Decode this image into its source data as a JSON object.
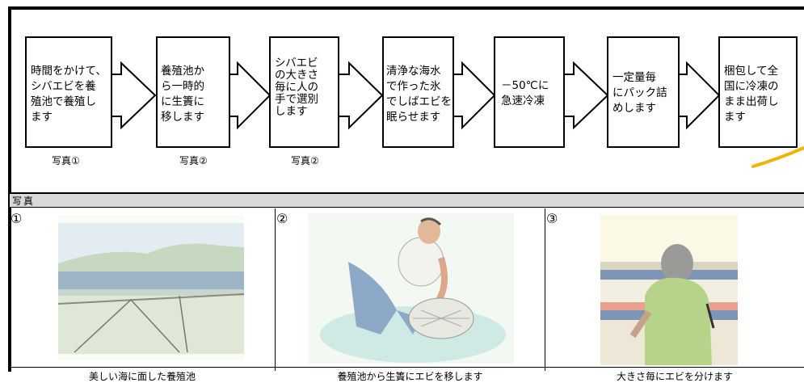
{
  "flow": {
    "steps": [
      {
        "lines": [
          "時間をかけて、",
          "シバエビを養",
          "殖池で養殖し",
          "ます"
        ],
        "ref": "写真①"
      },
      {
        "lines": [
          "養殖池か",
          "ら一時的",
          "に生簀に",
          "移します"
        ],
        "ref": "写真②"
      },
      {
        "lines": [
          "シバエビ",
          "の大きさ",
          "毎に人の",
          "手で選別",
          "します"
        ],
        "ref": "写真②"
      },
      {
        "lines": [
          "清浄な海水",
          "で作った氷",
          "でしばエビを",
          "眠らせます"
        ],
        "ref": ""
      },
      {
        "lines": [
          "－50℃に",
          "急速冷凍"
        ],
        "ref": ""
      },
      {
        "lines": [
          "一定量毎",
          "にパック詰",
          "めします"
        ],
        "ref": ""
      },
      {
        "lines": [
          "梱包して全",
          "国に冷凍の",
          "まま出荷し",
          "ます"
        ],
        "ref": ""
      }
    ]
  },
  "photos": {
    "header": "写真",
    "items": [
      {
        "num": "①",
        "caption": "美しい海に面した養殖池"
      },
      {
        "num": "②",
        "caption": "養殖池から生簀にエビを移します"
      },
      {
        "num": "③",
        "caption": "大きさ毎にエビを分けます"
      }
    ]
  },
  "colors": {
    "accent_line": "#f0b400",
    "header_bg": "#d9d9d9"
  }
}
